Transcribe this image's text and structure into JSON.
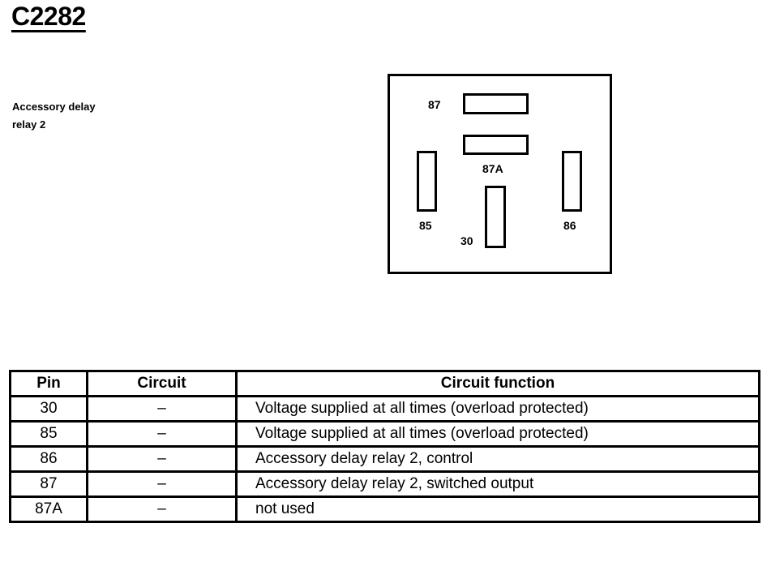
{
  "title": "C2282",
  "description": {
    "line1": "Accessory delay",
    "line2": "relay 2"
  },
  "connector": {
    "pins": {
      "p87": "87",
      "p87A": "87A",
      "p85": "85",
      "p86": "86",
      "p30": "30"
    }
  },
  "table": {
    "headers": {
      "pin": "Pin",
      "circuit": "Circuit",
      "function": "Circuit function"
    },
    "rows": [
      {
        "pin": "30",
        "circuit": "–",
        "function": "Voltage supplied at all times (overload protected)"
      },
      {
        "pin": "85",
        "circuit": "–",
        "function": "Voltage supplied at all times (overload protected)"
      },
      {
        "pin": "86",
        "circuit": "–",
        "function": "Accessory delay relay 2, control"
      },
      {
        "pin": "87",
        "circuit": "–",
        "function": "Accessory delay relay 2, switched output"
      },
      {
        "pin": "87A",
        "circuit": "–",
        "function": "not used"
      }
    ]
  }
}
